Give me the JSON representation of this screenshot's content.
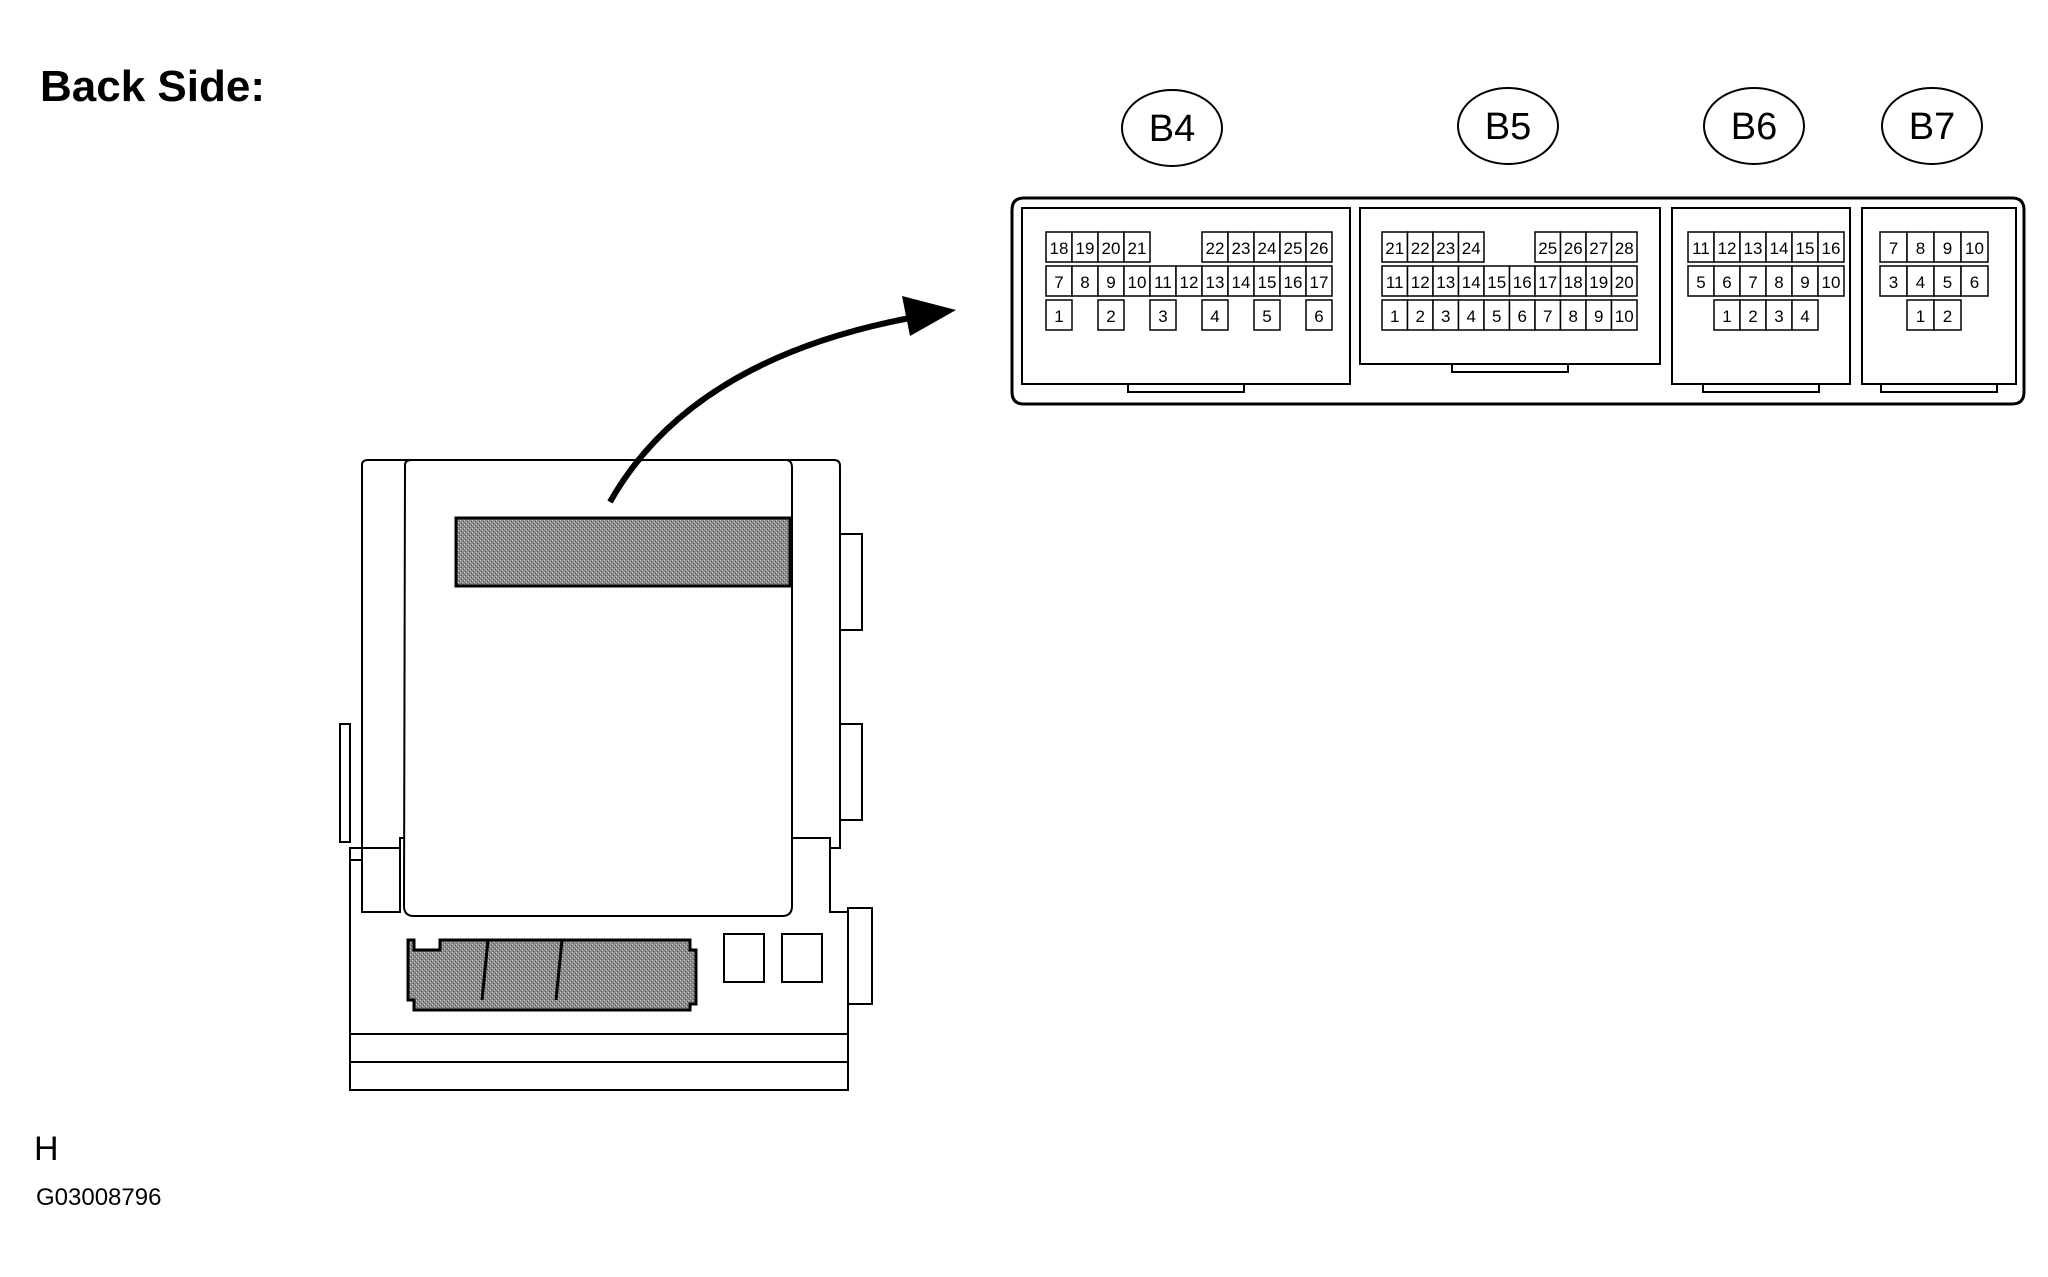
{
  "title": "Back Side:",
  "footer_mark": "H",
  "figure_code": "G03008796",
  "connectors": [
    {
      "id": "B4",
      "pins": [
        [
          [
            "18",
            "19",
            "20",
            "21",
            null,
            null,
            "22",
            "23",
            "24",
            "25",
            "26"
          ]
        ],
        [
          [
            "7",
            "8",
            "9",
            "10",
            "11",
            "12",
            "13",
            "14",
            "15",
            "16",
            "17"
          ]
        ],
        [
          [
            "1",
            null,
            "2",
            null,
            "3",
            null,
            "4",
            null,
            "5",
            null,
            "6"
          ]
        ]
      ]
    },
    {
      "id": "B5",
      "pins": [
        [
          [
            "21",
            "22",
            "23",
            "24",
            null,
            null,
            "25",
            "26",
            "27",
            "28"
          ]
        ],
        [
          [
            "11",
            "12",
            "13",
            "14",
            "15",
            "16",
            "17",
            "18",
            "19",
            "20"
          ]
        ],
        [
          [
            "1",
            "2",
            "3",
            "4",
            "5",
            "6",
            "7",
            "8",
            "9",
            "10"
          ]
        ]
      ]
    },
    {
      "id": "B6",
      "pins": [
        [
          [
            "11",
            "12",
            "13",
            "14",
            "15",
            "16"
          ]
        ],
        [
          [
            "5",
            "6",
            "7",
            "8",
            "9",
            "10"
          ]
        ],
        [
          [
            null,
            "1",
            "2",
            "3",
            "4",
            null
          ]
        ]
      ]
    },
    {
      "id": "B7",
      "pins": [
        [
          [
            "7",
            "8",
            "9",
            "10"
          ]
        ],
        [
          [
            "3",
            "4",
            "5",
            "6"
          ]
        ],
        [
          [
            null,
            "1",
            "2",
            null
          ]
        ]
      ]
    }
  ]
}
